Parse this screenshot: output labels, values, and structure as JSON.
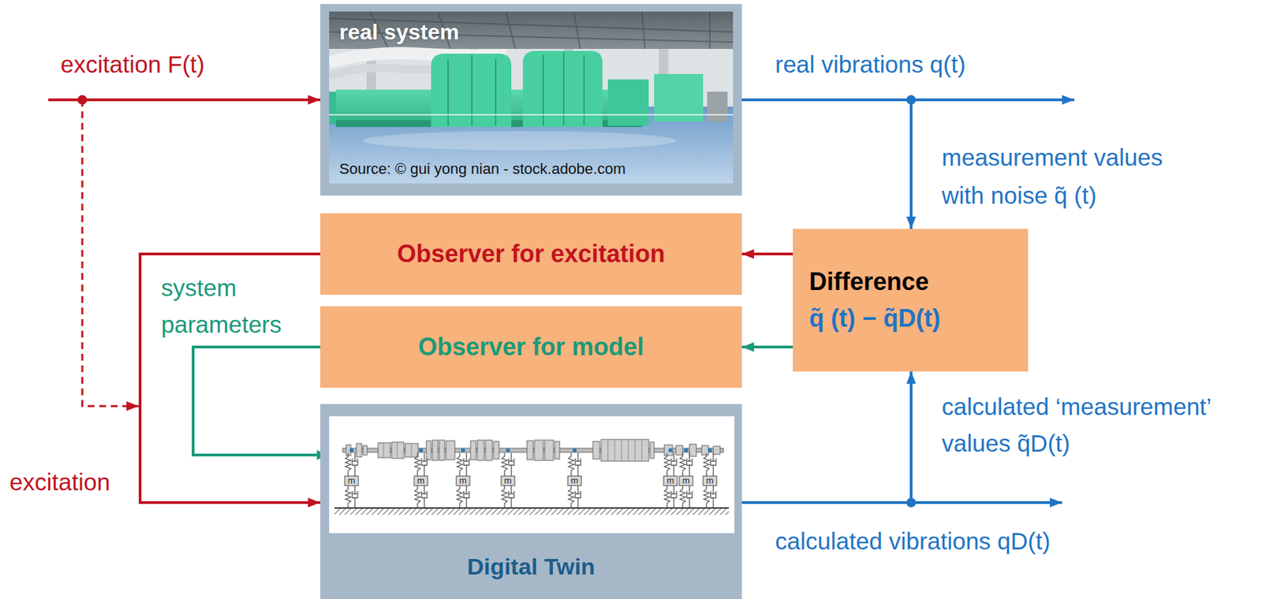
{
  "diagram": {
    "nodes": [
      {
        "text": [
          "real system",
          "Source: © gui yong nian - stock.adobe.com"
        ]
      },
      {
        "text": [
          "Observer for excitation"
        ]
      },
      {
        "text": [
          "Observer for model"
        ]
      },
      {
        "text": [
          "Difference",
          "q̃ (t) − q̃D(t)"
        ]
      },
      {
        "text": [
          "Digital Twin"
        ]
      }
    ],
    "edges": [
      {
        "from": 0,
        "to": 3,
        "arrow": "to"
      },
      {
        "from": 3,
        "to": 1,
        "arrow": "to"
      },
      {
        "from": 3,
        "to": 2,
        "arrow": "to"
      },
      {
        "from": 1,
        "to": 4,
        "arrow": "to"
      },
      {
        "from": 2,
        "to": 4,
        "arrow": "to"
      },
      {
        "from": 4,
        "to": 3,
        "arrow": "to"
      }
    ],
    "labels": [
      "excitation F(t)",
      "real vibrations q(t)",
      "measurement values with noise q̃ (t)",
      "system parameters",
      "excitation",
      "calculated ‘measurement’ values q̃D(t)",
      "calculated vibrations qD(t)",
      "m",
      "m",
      "m",
      "m",
      "m",
      "m",
      "m",
      "m"
    ]
  }
}
